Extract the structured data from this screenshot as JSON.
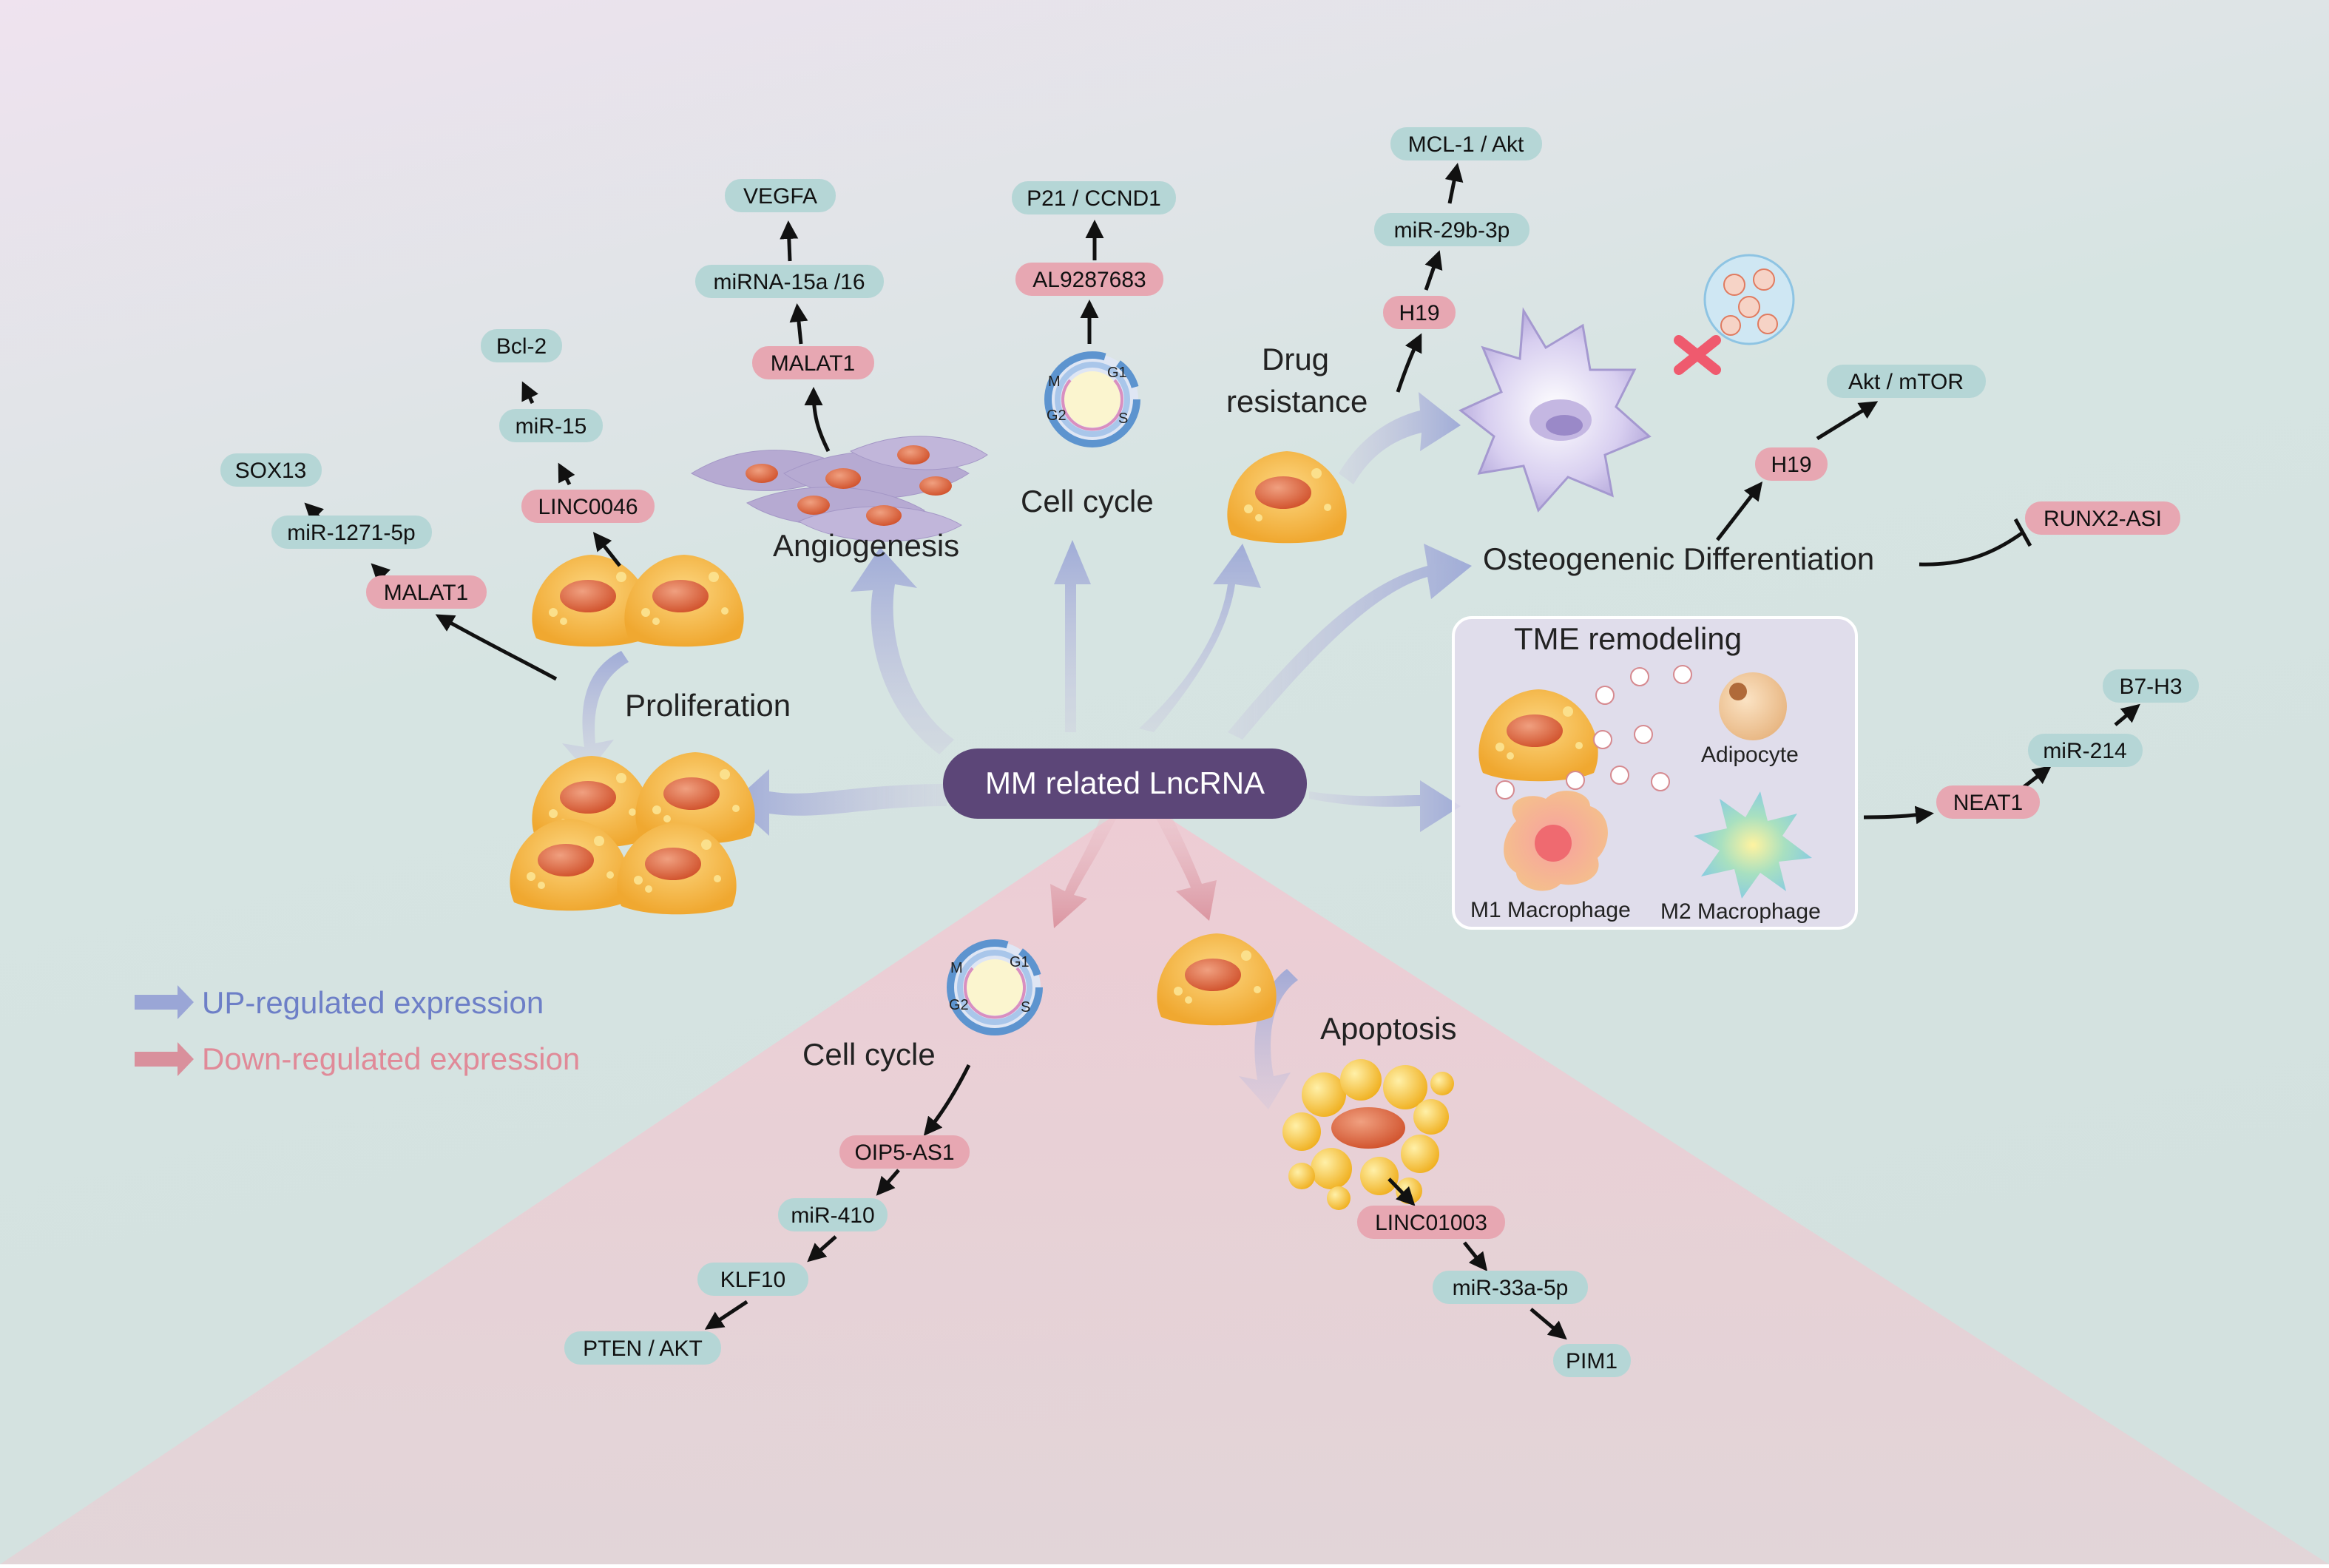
{
  "center": "MM related LncRNA",
  "legend": {
    "up": "UP-regulated expression",
    "down": "Down-regulated expression"
  },
  "colors": {
    "pill_teal": "#b5d6d6",
    "pill_pink": "#e7a7b2",
    "center": "#5c4678",
    "up_arrow": "#9aa6d6",
    "down_arrow": "#d9909c",
    "up_text": "#6d7fc7",
    "down_text": "#e08a98",
    "cell_body": "#f4b63e",
    "cell_nucleus": "#d9602f"
  },
  "labels": {
    "proliferation": "Proliferation",
    "angiogenesis": "Angiogenesis",
    "cell_cycle_up": "Cell cycle",
    "drug_resistance_1": "Drug",
    "drug_resistance_2": "resistance",
    "osteogenic": "Osteogenenic Differentiation",
    "tme": "TME remodeling",
    "adipocyte": "Adipocyte",
    "m1": "M1 Macrophage",
    "m2": "M2 Macrophage",
    "cell_cycle_down": "Cell cycle",
    "apoptosis": "Apoptosis"
  },
  "cycle_phases": {
    "g1": "G1",
    "s": "S",
    "g2": "G2",
    "m": "M"
  },
  "pathways": {
    "proliferation_a": [
      "MALAT1",
      "miR-1271-5p",
      "SOX13"
    ],
    "proliferation_b": [
      "LINC0046",
      "miR-15",
      "Bcl-2"
    ],
    "angiogenesis": [
      "MALAT1",
      "miRNA-15a /16",
      "VEGFA"
    ],
    "cell_cycle_up": [
      "AL9287683",
      "P21 / CCND1"
    ],
    "drug_resistance": [
      "H19",
      "miR-29b-3p",
      "MCL-1 / Akt"
    ],
    "osteogenic": [
      "H19",
      "Akt / mTOR",
      "RUNX2-ASI"
    ],
    "tme": [
      "NEAT1",
      "miR-214",
      "B7-H3"
    ],
    "cell_cycle_down": [
      "OIP5-AS1",
      "miR-410",
      "KLF10",
      "PTEN / AKT"
    ],
    "apoptosis": [
      "LINC01003",
      "miR-33a-5p",
      "PIM1"
    ]
  }
}
